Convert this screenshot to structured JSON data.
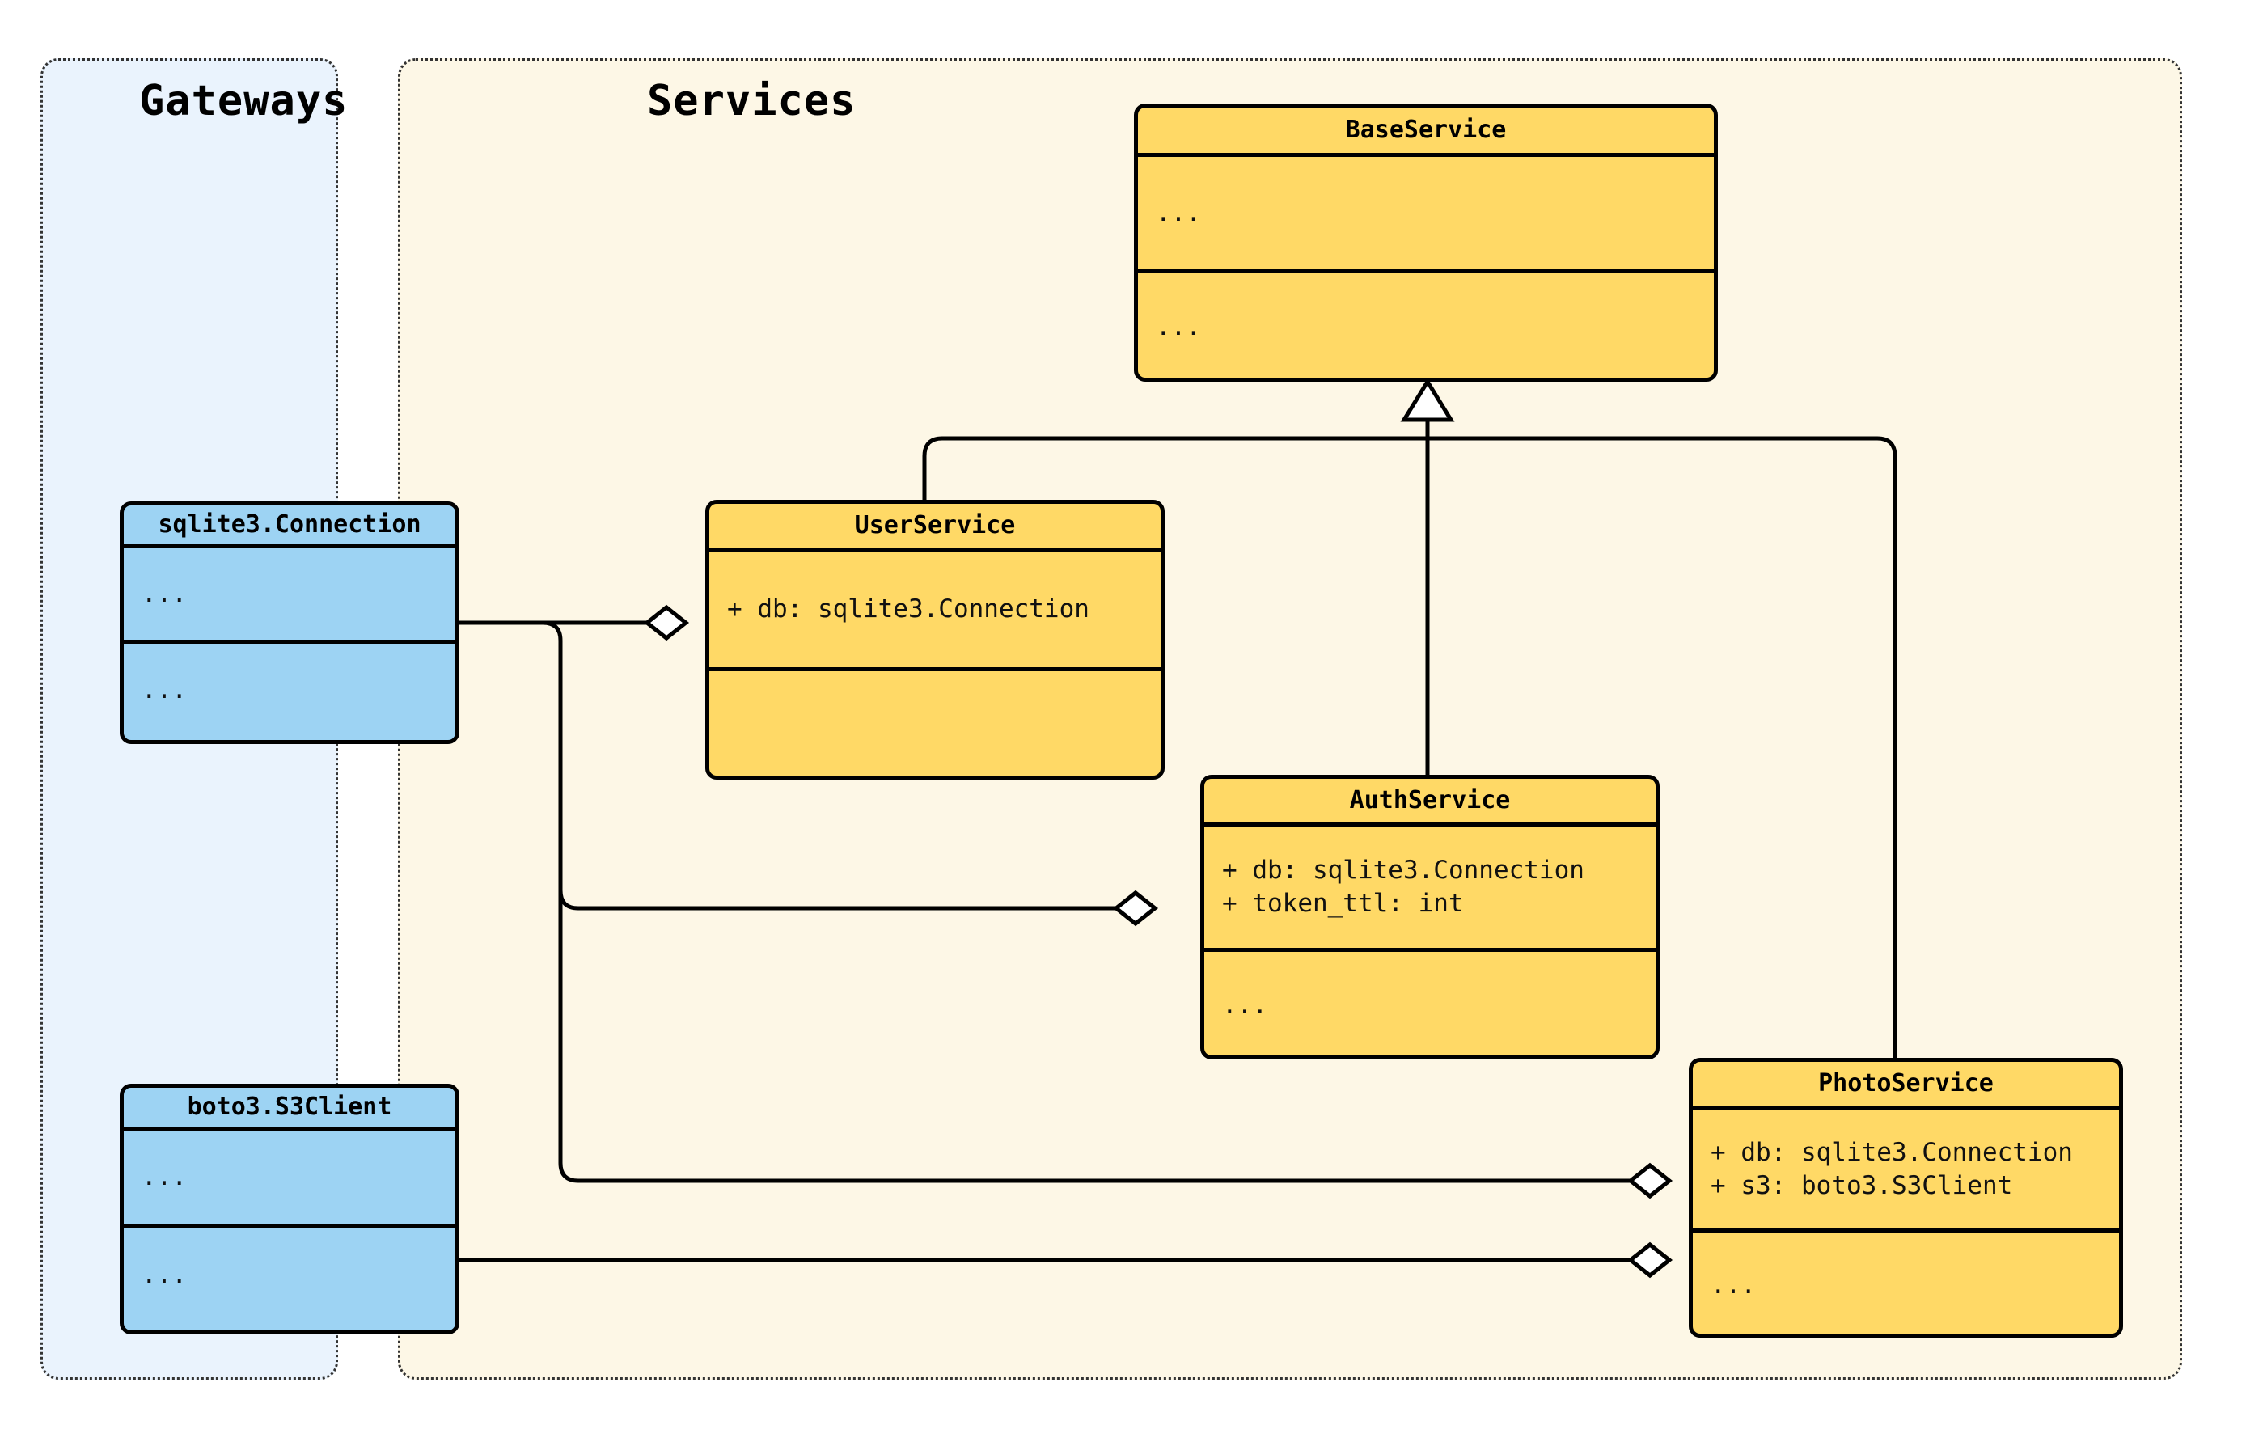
{
  "diagram": {
    "type": "uml-class-diagram",
    "packages": [
      {
        "id": "gateways",
        "title": "Gateways",
        "fill": "#eaf3fd",
        "border": "#333333"
      },
      {
        "id": "services",
        "title": "Services",
        "fill": "#fdf7e6",
        "border": "#333333"
      }
    ],
    "classes": [
      {
        "id": "base-service",
        "name": "BaseService",
        "package": "services",
        "fill": "#ffd966",
        "attributes": [
          "..."
        ],
        "methods": [
          "..."
        ]
      },
      {
        "id": "user-service",
        "name": "UserService",
        "package": "services",
        "fill": "#ffd966",
        "attributes": [
          "+ db: sqlite3.Connection"
        ],
        "methods": [
          ""
        ]
      },
      {
        "id": "auth-service",
        "name": "AuthService",
        "package": "services",
        "fill": "#ffd966",
        "attributes": [
          "+ db: sqlite3.Connection",
          "+ token_ttl: int"
        ],
        "methods": [
          "..."
        ]
      },
      {
        "id": "photo-service",
        "name": "PhotoService",
        "package": "services",
        "fill": "#ffd966",
        "attributes": [
          "+ db: sqlite3.Connection",
          "+ s3: boto3.S3Client"
        ],
        "methods": [
          "..."
        ]
      },
      {
        "id": "sqlite3-connection",
        "name": "sqlite3.Connection",
        "package": "gateways",
        "fill": "#9dd3f3",
        "attributes": [
          "..."
        ],
        "methods": [
          "..."
        ]
      },
      {
        "id": "boto3-s3client",
        "name": "boto3.S3Client",
        "package": "gateways",
        "fill": "#9dd3f3",
        "attributes": [
          "..."
        ],
        "methods": [
          "..."
        ]
      }
    ],
    "relationships": [
      {
        "kind": "generalization",
        "from": "user-service",
        "to": "base-service"
      },
      {
        "kind": "generalization",
        "from": "auth-service",
        "to": "base-service"
      },
      {
        "kind": "generalization",
        "from": "photo-service",
        "to": "base-service"
      },
      {
        "kind": "aggregation",
        "from": "sqlite3-connection",
        "to": "user-service"
      },
      {
        "kind": "aggregation",
        "from": "sqlite3-connection",
        "to": "auth-service"
      },
      {
        "kind": "aggregation",
        "from": "sqlite3-connection",
        "to": "photo-service"
      },
      {
        "kind": "aggregation",
        "from": "boto3-s3client",
        "to": "photo-service"
      }
    ]
  }
}
